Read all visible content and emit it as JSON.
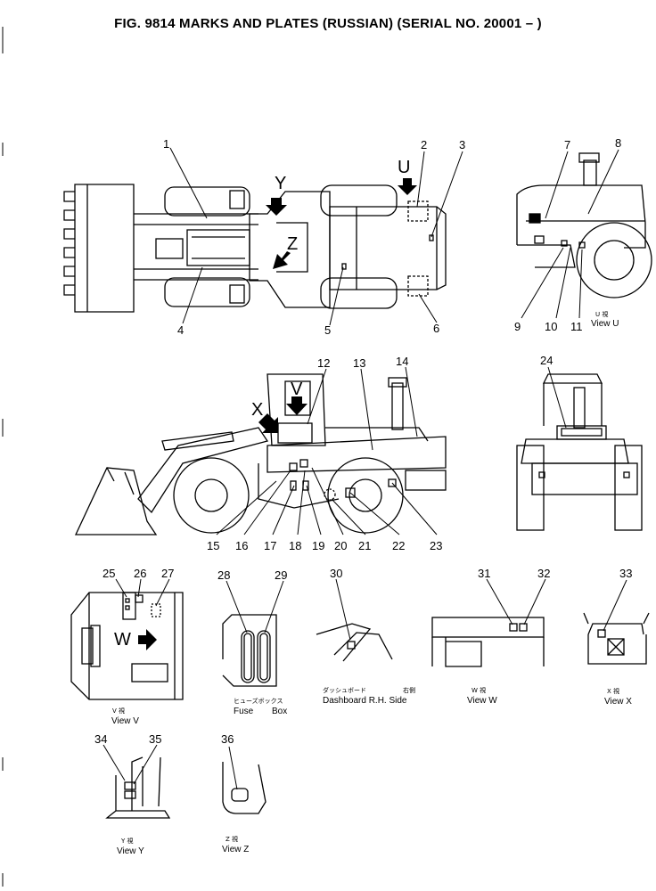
{
  "title": "FIG. 9814  MARKS AND PLATES (RUSSIAN) (SERIAL NO. 20001 – )",
  "view_letters": {
    "u": "U",
    "y": "Y",
    "z": "Z",
    "v": "V",
    "x": "X",
    "w": "W"
  },
  "callouts": [
    "1",
    "2",
    "3",
    "4",
    "5",
    "6",
    "7",
    "8",
    "9",
    "10",
    "11",
    "12",
    "13",
    "14",
    "15",
    "16",
    "17",
    "18",
    "19",
    "20",
    "21",
    "22",
    "23",
    "24",
    "25",
    "26",
    "27",
    "28",
    "29",
    "30",
    "31",
    "32",
    "33",
    "34",
    "35",
    "36"
  ],
  "captions": {
    "view_u_jp": "U 視",
    "view_u": "View U",
    "view_v_jp": "V 視",
    "view_v": "View V",
    "fuse_jp": "ヒューズボックス",
    "fuse_l": "Fuse",
    "fuse_r": "Box",
    "dash_jp_l": "ダッシュボード",
    "dash_jp_r": "右側",
    "dash": "Dashboard R.H. Side",
    "view_w_jp": "W 視",
    "view_w": "View W",
    "view_x_jp": "X 視",
    "view_x": "View X",
    "view_y_jp": "Y 視",
    "view_y": "View Y",
    "view_z_jp": "Z 視",
    "view_z": "View Z"
  }
}
